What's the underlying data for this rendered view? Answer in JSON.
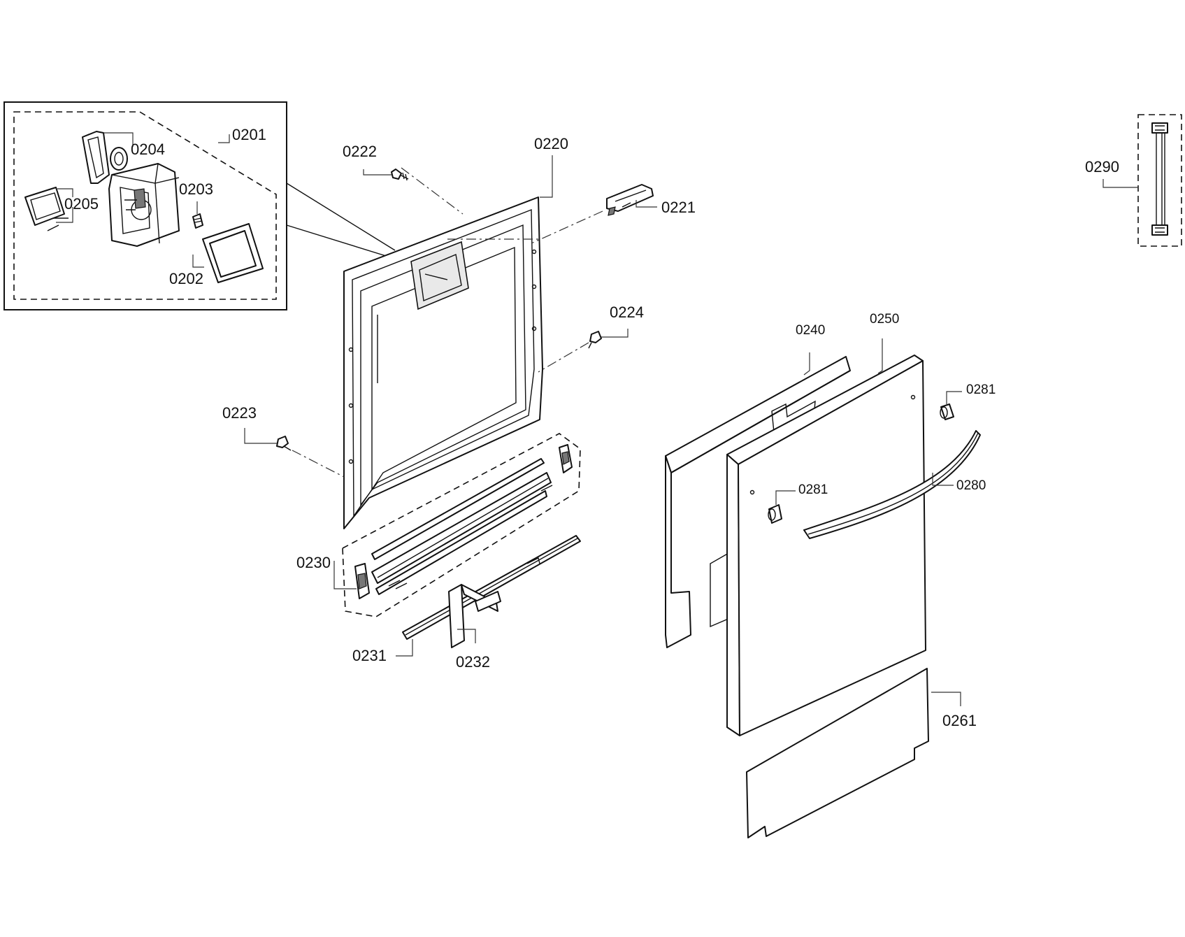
{
  "labels": {
    "p0201": "0201",
    "p0202": "0202",
    "p0203": "0203",
    "p0204": "0204",
    "p0205": "0205",
    "p0220": "0220",
    "p0221": "0221",
    "p0222": "0222",
    "p0223": "0223",
    "p0224": "0224",
    "p0230": "0230",
    "p0231": "0231",
    "p0232": "0232",
    "p0240": "0240",
    "p0250": "0250",
    "p0261": "0261",
    "p0280": "0280",
    "p0281a": "0281",
    "p0281b": "0281",
    "p0290": "0290"
  }
}
